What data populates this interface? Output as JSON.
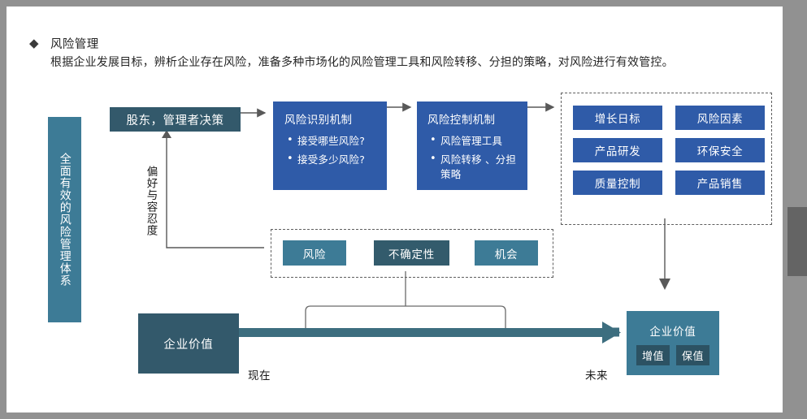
{
  "heading": {
    "bullet": "◆",
    "title": "风险管理",
    "description": "根据企业发展目标，辨析企业存在风险，准备多种市场化的风险管理工具和风险转移、分担的策略，对风险进行有效管控。"
  },
  "vertical_band": {
    "label": "全面有效的风险管理体系"
  },
  "flow": {
    "shareholder_box": "股东，管理者决策",
    "identify": {
      "title": "风险识别机制",
      "items": [
        "接受哪些风险?",
        "接受多少风险?"
      ]
    },
    "control": {
      "title": "风险控制机制",
      "items": [
        "风险管理工具",
        "风险转移 、分担策略"
      ]
    },
    "feedback_label": "偏好与容忍度"
  },
  "objectives_grid": {
    "tiles": [
      "增长日标",
      "风险因素",
      "产品研发",
      "环保安全",
      "质量控制",
      "产品销售"
    ]
  },
  "middle_group": {
    "chips": [
      {
        "label": "风险",
        "tone": "teal"
      },
      {
        "label": "不确定性",
        "tone": "slate"
      },
      {
        "label": "机会",
        "tone": "teal"
      }
    ]
  },
  "timeline": {
    "value_now": "企业价值",
    "label_now": "现在",
    "label_future": "未来",
    "value_future": {
      "title": "企业价值",
      "tags": [
        "增值",
        "保值"
      ]
    }
  },
  "colors": {
    "blue": "#2f5ba8",
    "teal": "#3d7b96",
    "slate": "#33596b",
    "deep_slate": "#2c5263",
    "frame_gray": "#919191",
    "scroll_thumb": "#646464",
    "connector": "#595959"
  }
}
